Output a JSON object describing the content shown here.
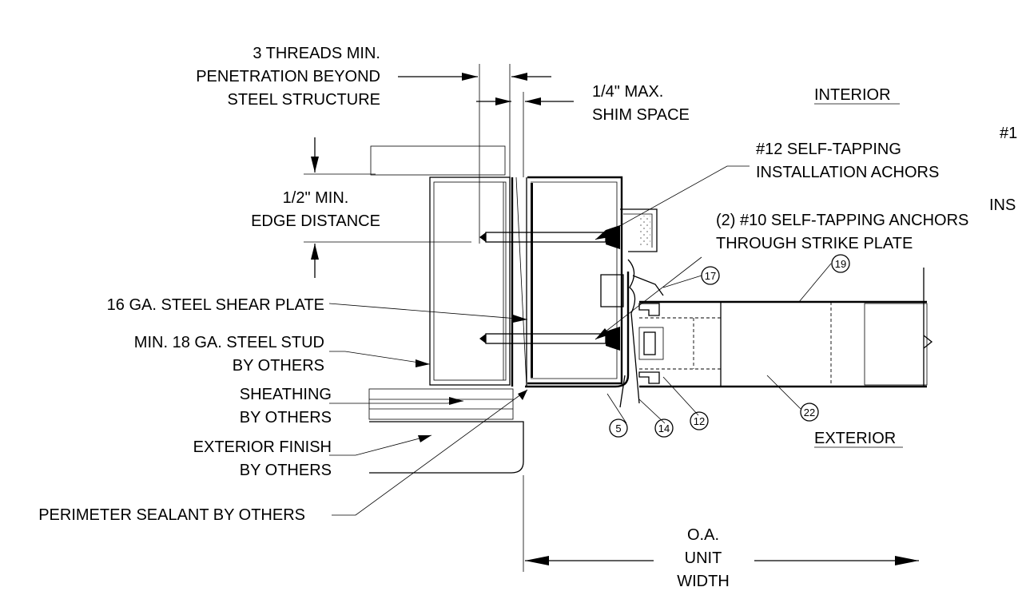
{
  "labels": {
    "threads_line1": "3 THREADS MIN.",
    "threads_line2": "PENETRATION BEYOND",
    "threads_line3": "STEEL STRUCTURE",
    "shim_line1": "1/4\" MAX.",
    "shim_line2": "SHIM SPACE",
    "interior": "INTERIOR",
    "cut_top": "#1",
    "cut_mid": "INS",
    "edge_line1": "1/2\" MIN.",
    "edge_line2": "EDGE DISTANCE",
    "selftap_line1": "#12 SELF-TAPPING",
    "selftap_line2": "INSTALLATION ACHORS",
    "strike_line1": "(2) #10 SELF-TAPPING ANCHORS",
    "strike_line2": "THROUGH STRIKE PLATE",
    "shear_plate": "16 GA. STEEL SHEAR PLATE",
    "stud_line1": "MIN. 18 GA. STEEL STUD",
    "stud_line2": "BY OTHERS",
    "sheathing_line1": "SHEATHING",
    "sheathing_line2": "BY OTHERS",
    "finish_line1": "EXTERIOR FINISH",
    "finish_line2": "BY OTHERS",
    "sealant": "PERIMETER SEALANT BY OTHERS",
    "exterior": "EXTERIOR",
    "oa_line1": "O.A.",
    "oa_line2": "UNIT",
    "oa_line3": "WIDTH"
  },
  "callouts": {
    "c5": "5",
    "c12": "12",
    "c14": "14",
    "c17": "17",
    "c19": "19",
    "c22": "22"
  }
}
